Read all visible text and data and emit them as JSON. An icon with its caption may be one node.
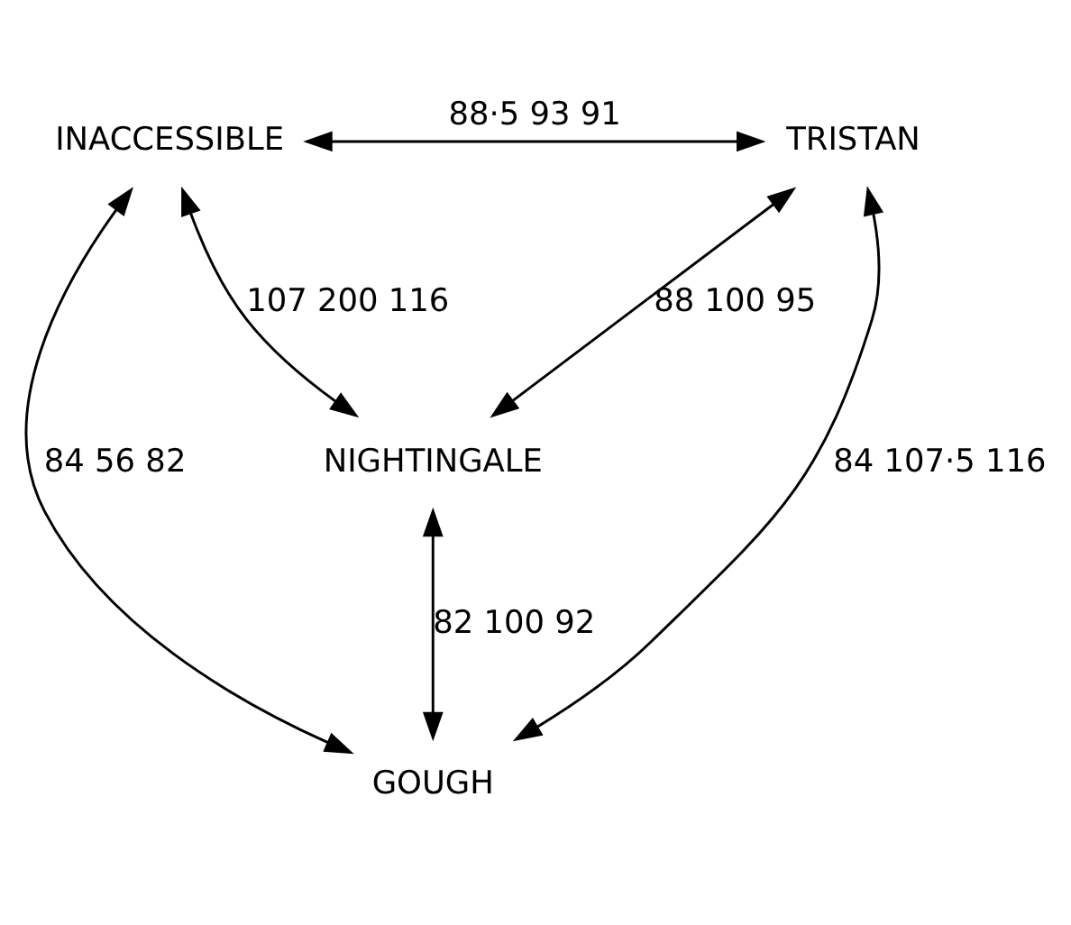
{
  "diagram": {
    "nodes": [
      {
        "text": [
          "INACCESSIBLE"
        ]
      },
      {
        "text": [
          "TRISTAN"
        ]
      },
      {
        "text": [
          "NIGHTINGALE"
        ]
      },
      {
        "text": [
          "GOUGH"
        ]
      }
    ],
    "edges": [
      {
        "from": 0,
        "to": 1,
        "arrow": "both",
        "label": "88·5 93 91"
      },
      {
        "from": 1,
        "to": 2,
        "arrow": "both",
        "label": "88 100 95"
      },
      {
        "from": 0,
        "to": 2,
        "arrow": "both",
        "label": "107 200 116"
      },
      {
        "from": 0,
        "to": 3,
        "arrow": "both",
        "label": "84 56 82"
      },
      {
        "from": 2,
        "to": 3,
        "arrow": "both",
        "label": "82 100 92"
      },
      {
        "from": 1,
        "to": 3,
        "arrow": "both",
        "label": "84 107·5 116"
      }
    ]
  }
}
